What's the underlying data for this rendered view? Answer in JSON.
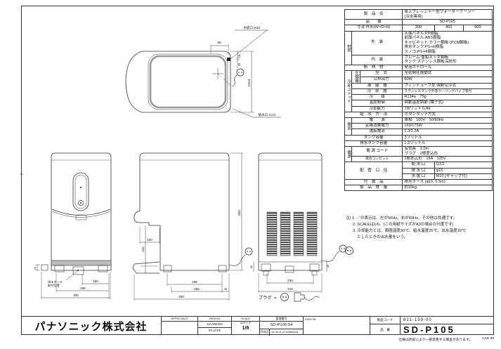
{
  "spec": {
    "name_label": "製　品　名",
    "name_value1": "卓上プレッシャー型ウォータークーラー",
    "name_value2": "(冷水専用)",
    "model_label": "品　　番",
    "model_value": "SD-P105",
    "dim_label": "寸法 外形(W×D×H)",
    "dim_w": "300",
    "dim_d": "450",
    "dim_h": "600",
    "material_group": "材質",
    "ext_label": "外　装",
    "ext_lines": [
      "天面パネル:PP樹脂",
      "前面パネル:ABS樹脂",
      "キャビネット:カラー鋼板 (PCM鋼板)",
      "排水タンク:PS-HI樹脂",
      "スノコ:PS-HI樹脂"
    ],
    "int_label": "内　装",
    "int_lines": [
      "フレーム:亜鉛メッキ鋼板",
      "タンク:ステンレス鋼板深絞形"
    ],
    "insul_label": "断　熱　材",
    "insul_value": "発泡スチロール",
    "unit_group": "冷却ユニット",
    "comp_label": "圧縮機",
    "comp_type_label": "型　式",
    "comp_type_value": "全密閉往復動式",
    "comp_out_label": "公称出力",
    "comp_out_value": "60W",
    "cond_label": "凝　縮　器",
    "cond_value": "フィンチューブ型 強制空冷式",
    "cool_label": "冷　却　器",
    "cool_value": "ステンレスタンク外巻クーリングパイプ巻付",
    "ref_label": "冷　　媒",
    "ref_value": "R134a　75g",
    "temp_label": "温度制御",
    "temp_value": "自動温度調節 (電子式)",
    "cap_label": "冷却能力",
    "cap_value": "7/8リットル/時",
    "feed_label": "給　水　方　法",
    "feed_value": "ボタンタッチ方式",
    "elec_group": "電気",
    "pow_label": "電　　源",
    "pow_value": "単相　100V　50/60Hz",
    "watt_label": "定格消費電力",
    "watt_value": "160/175W",
    "cur_label": "運転電流",
    "cur_value": "2.3/2.2A",
    "tank_label": "タンク容量",
    "tank_value": "3リットル",
    "dtank_label": "排水タンク容量",
    "dtank_value": "1.3リットル",
    "cord_group": "電源",
    "cord_label": "電 源 コード",
    "cord_v1": "有効長　2.0m",
    "cord_v2": "プラグ　2極差込形",
    "outlet_label": "適合コンセント",
    "outlet_value": "2極差込形　15A　125V",
    "pipe_label": "配　管　口　径",
    "pin_label": "給 水 口",
    "pin_value": "G1/2",
    "pout_label": "排 水 口",
    "pout_value": "φ16",
    "pvent_label": "水 抜 口",
    "pvent_value": "M10 (キャップ付)",
    "acc_label": "付　属　品",
    "acc_value": "排水ホース (φ15, 0.5m)",
    "mass_label": "製　品　質　量",
    "mass_value": "約15kg"
  },
  "notes": {
    "n1": "注) 1. ／の表示は、左が50Hz、右が60Hz、その他は共通です。",
    "n2": "2. SCALEは1/6。(この用紙サイズがA3の場合の尺度です)",
    "n3": "3. 冷却能力とは、周囲温度30℃、給水温度25℃、出水温度10℃",
    "n4": "としたときの出水量をいう。"
  },
  "drawings": {
    "plan": {
      "callout_vent": "水抜口 M10",
      "callout_inlet": "給水口 G1/2",
      "d65": "65",
      "d16": "16",
      "d45": "45",
      "d239": "239.5"
    },
    "front": {
      "d15": "15",
      "d150": "150",
      "d255": "255",
      "d300": "300",
      "hose1": "排水ホース",
      "hose2": "取付位置"
    },
    "side": {
      "d100": "100",
      "d243": "243",
      "d295": "295",
      "d255": "255",
      "d35": "35",
      "d450": "450",
      "d600": "600"
    },
    "rear": {
      "d35": "35",
      "d45": "45",
      "d235": "235",
      "d315": "315"
    },
    "plug_legend": {
      "label": "プラグ",
      "eq": "="
    }
  },
  "title_block": {
    "company": "パナソニック株式会社",
    "approvals_label": "APPROVALS",
    "design_label": "DESIGN",
    "design_name": "S.KAWADA",
    "design_date": "03.10.01",
    "scale_label": "SCALE",
    "scale_paper": "A3サイズ",
    "scale_value": "1/6",
    "control_label": "管理番号",
    "control_no": "SD-P105-04",
    "created_label": "作成日",
    "created_value": "'13.08.21 (S.KAWADA)",
    "form_no": "DWG.№",
    "product_code_label": "製品コード",
    "product_code": "821-159-00",
    "model_label": "品　番",
    "model_value": "SD-P105"
  },
  "footer": {
    "disclaimer": "仕様は改良により一部変更する場合があります。",
    "cad": "CAD 99"
  }
}
